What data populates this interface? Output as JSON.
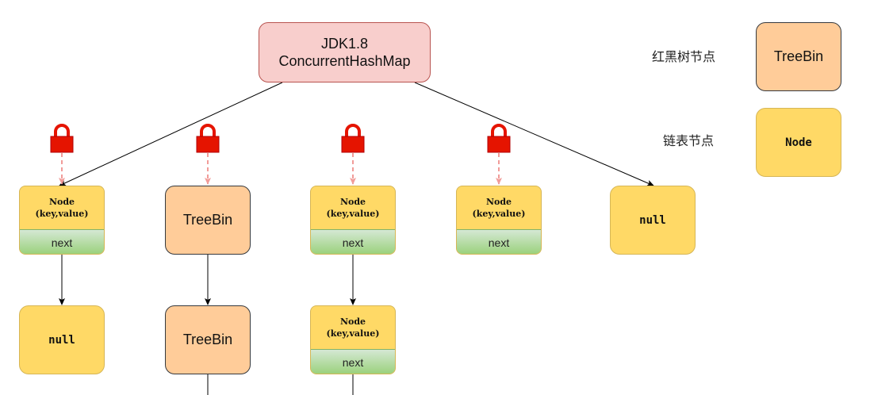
{
  "root": {
    "line1": "JDK1.8",
    "line2": "ConcurrentHashMap"
  },
  "legend": {
    "treebin_label": "红黑树节点",
    "treebin_box": "TreeBin",
    "node_label": "链表节点",
    "node_box": "Node"
  },
  "buckets": {
    "b1": {
      "title": "Node",
      "kv": "(key,value)",
      "next": "next"
    },
    "b2": {
      "text": "TreeBin"
    },
    "b3": {
      "title": "Node",
      "kv": "(key,value)",
      "next": "next"
    },
    "b4": {
      "title": "Node",
      "kv": "(key,value)",
      "next": "next"
    },
    "b5": {
      "text": "null"
    }
  },
  "second_row": {
    "c1": {
      "text": "null"
    },
    "c2": {
      "text": "TreeBin"
    },
    "c3": {
      "title": "Node",
      "kv": "(key,value)",
      "next": "next"
    }
  },
  "colors": {
    "root_fill": "#f8cecc",
    "treebin_fill": "#ffcc99",
    "node_fill": "#ffd966",
    "next_fill": "#97d077",
    "lock": "#e51400",
    "lock_arrow": "#f19c99"
  },
  "icons": {
    "lock": "lock-icon"
  }
}
